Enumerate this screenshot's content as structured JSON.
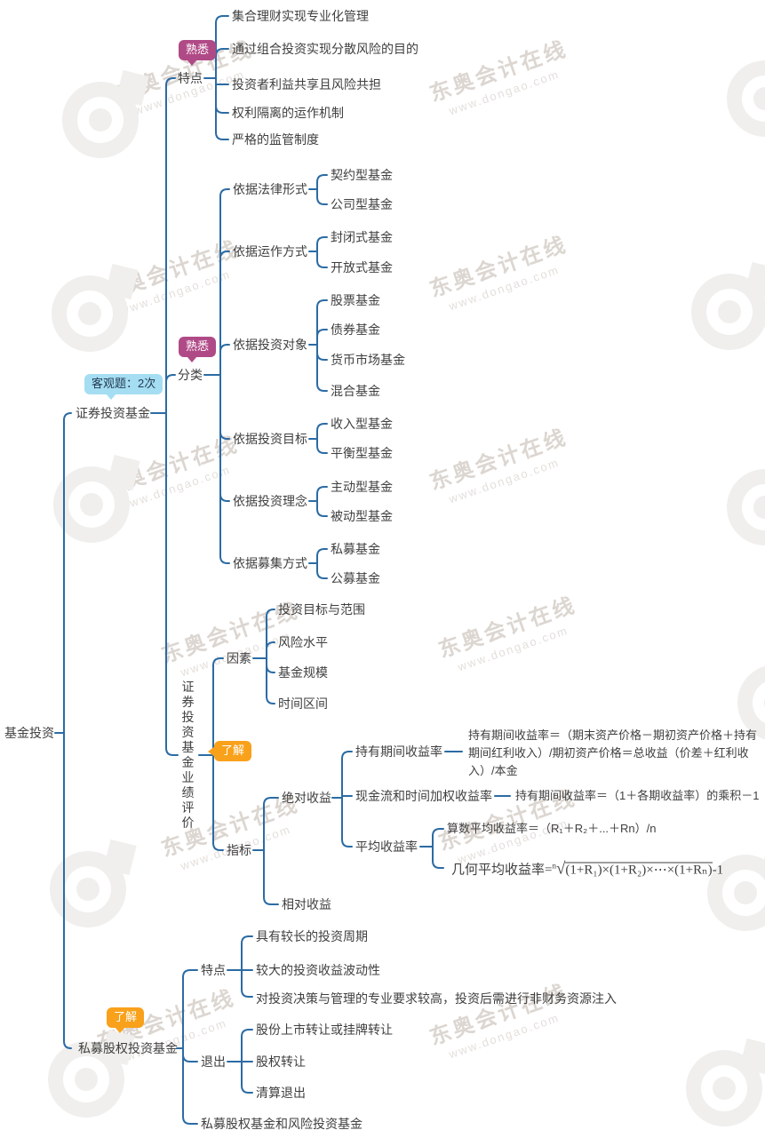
{
  "colors": {
    "line": "#2b6ba4",
    "text": "#3f3f3f",
    "badge_pink": "#b04a87",
    "badge_orange": "#f9a11b",
    "badge_blue_bg": "#a5def2",
    "badge_blue_text": "#223a52"
  },
  "watermark": {
    "line1": "东奥会计在线",
    "line2": "www.dongao.com"
  },
  "root": {
    "label": "基金投资"
  },
  "sec": {
    "label": "证券投资基金",
    "badge": "客观题：2次",
    "features": {
      "badge": "熟悉",
      "label": "特点",
      "items": [
        "集合理财实现专业化管理",
        "通过组合投资实现分散风险的目的",
        "投资者利益共享且风险共担",
        "权利隔离的运作机制",
        "严格的监管制度"
      ]
    },
    "classification": {
      "badge": "熟悉",
      "label": "分类",
      "groups": [
        {
          "label": "依据法律形式",
          "items": [
            "契约型基金",
            "公司型基金"
          ]
        },
        {
          "label": "依据运作方式",
          "items": [
            "封闭式基金",
            "开放式基金"
          ]
        },
        {
          "label": "依据投资对象",
          "items": [
            "股票基金",
            "债券基金",
            "货币市场基金",
            "混合基金"
          ]
        },
        {
          "label": "依据投资目标",
          "items": [
            "收入型基金",
            "平衡型基金"
          ]
        },
        {
          "label": "依据投资理念",
          "items": [
            "主动型基金",
            "被动型基金"
          ]
        },
        {
          "label": "依据募集方式",
          "items": [
            "私募基金",
            "公募基金"
          ]
        }
      ]
    },
    "evaluation": {
      "badge": "了解",
      "label": "证券投资基金业绩评价",
      "factors": {
        "label": "因素",
        "items": [
          "投资目标与范围",
          "风险水平",
          "基金规模",
          "时间区间"
        ]
      },
      "indicators": {
        "label": "指标",
        "absolute": {
          "label": "绝对收益",
          "holding": {
            "label": "持有期间收益率",
            "formula": "持有期间收益率＝（期末资产价格－期初资产价格＋持有期间红利收入）/期初资产价格＝总收益（价差＋红利收入）/本金"
          },
          "cashflow": {
            "label": "现金流和时间加权收益率",
            "formula": "持有期间收益率＝（1＋各期收益率）的乘积－1"
          },
          "average": {
            "label": "平均收益率",
            "arithmetic": "算数平均收益率＝（R₁＋R₂＋...＋Rn）/n",
            "geometric": {
              "prefix": "几何平均收益率=",
              "index": "n",
              "radical": "√",
              "radicand": "(1+R₁)×(1+R₂)×⋯×(1+Rₙ)",
              "suffix": "-1"
            }
          }
        },
        "relative": {
          "label": "相对收益"
        }
      }
    }
  },
  "pe": {
    "label": "私募股权投资基金",
    "badge": "了解",
    "features": {
      "label": "特点",
      "items": [
        "具有较长的投资周期",
        "较大的投资收益波动性",
        "对投资决策与管理的专业要求较高，投资后需进行非财务资源注入"
      ]
    },
    "exit": {
      "label": "退出",
      "items": [
        "股份上市转让或挂牌转让",
        "股权转让",
        "清算退出"
      ]
    },
    "other": {
      "label": "私募股权基金和风险投资基金"
    }
  }
}
